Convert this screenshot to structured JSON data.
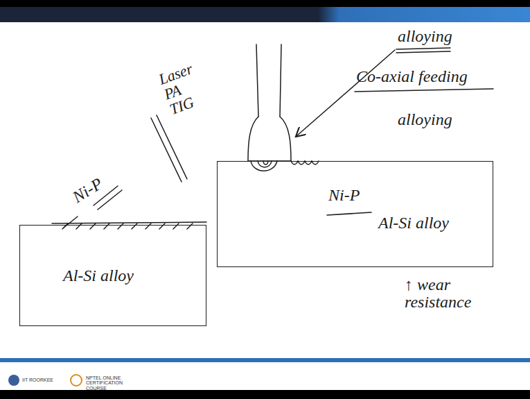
{
  "diagram": {
    "nodes": [
      {
        "text": [
          "Al-Si alloy"
        ]
      },
      {
        "text": [
          "Ni-P",
          "Al-Si alloy"
        ]
      }
    ],
    "labels": [
      "Ni-P",
      "Laser PA TIG",
      "alloying",
      "Co-axial feeding",
      "alloying",
      "↑ wear resistance",
      "IIT ROORKEE",
      "NPTEL ONLINE CERTIFICATION COURSE"
    ]
  }
}
